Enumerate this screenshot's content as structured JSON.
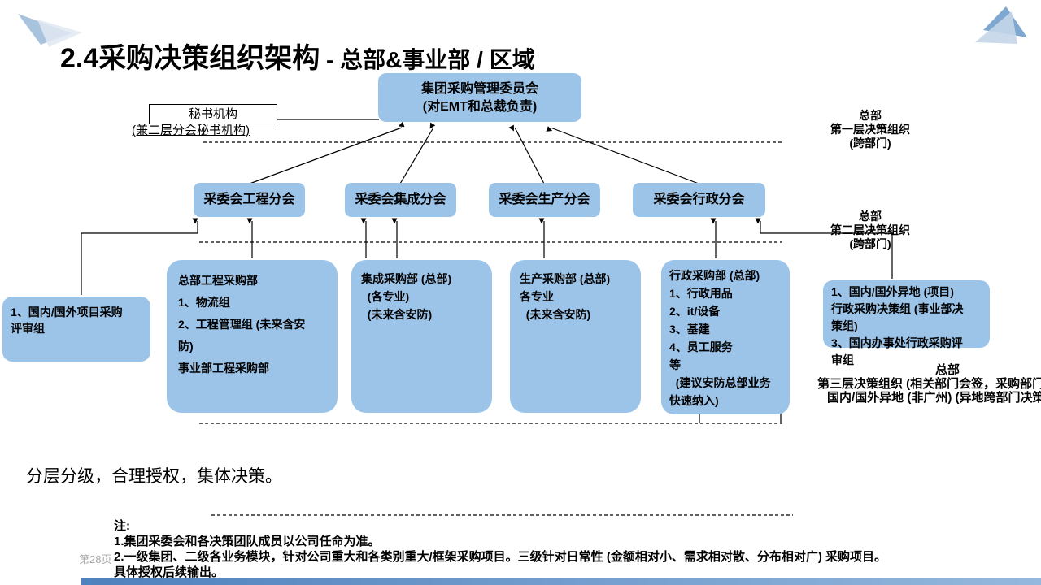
{
  "title": {
    "main": "2.4采购决策组织架构",
    "sub": " - 总部&事业部 / 区域"
  },
  "committee": {
    "text": "集团采购管理委员会\n(对EMT和总裁负责)"
  },
  "secretary": {
    "name": "秘书机构",
    "note": "(兼二层分会秘书机构)"
  },
  "branches": {
    "engineering": "采委会工程分会",
    "integration": "采委会集成分会",
    "production": "采委会生产分会",
    "admin": "采委会行政分会"
  },
  "level_labels": {
    "l1": "总部\n第一层决策组织\n(跨部门)",
    "l2": "总部\n第二层决策组织\n(跨部门)",
    "l3a": "总部",
    "l3b": "第三层决策组织 (相关部门会签，采购部门决",
    "l3c": "国内/国外异地 (非广州)  (异地跨部门决策"
  },
  "departments": {
    "project_review": "1、国内/国外项目采购\n评审组",
    "engineering": "总部工程采购部\n1、物流组\n2、工程管理组 (未来含安\n防)\n事业部工程采购部",
    "integration": "集成采购部 (总部)\n  (各专业)\n  (未来含安防)",
    "production": "生产采购部 (总部)\n各专业\n  (未来含安防)",
    "admin": "行政采购部 (总部)\n1、行政用品\n2、it/设备\n3、基建\n4、员工服务\n等\n  (建议安防总部业务\n快速纳入)",
    "admin_regional": "1、国内/国外异地 (项目)\n行政采购决策组 (事业部决\n策组)\n3、国内办事处行政采购评\n审组"
  },
  "slogan": "分层分级，合理授权，集体决策。",
  "notes": {
    "heading": "注:",
    "n1": "1.集团采委会和各决策团队成员以公司任命为准。",
    "n2": "2.一级集团、二级各业务模块，针对公司重大和各类别重大/框架采购项目。三级针对日常性 (金额相对小、需求相对散、分布相对广) 采购项目。",
    "n3": "具体授权后续输出。"
  },
  "footer": {
    "page_number": "第28页"
  },
  "colors": {
    "box_fill": "#9CC4E8",
    "box_text": "#000000",
    "bar_start": "#4F81BD",
    "bar_end": "#95B8DD",
    "plane_dark": "#A8C3DE",
    "plane_light": "#E2E9F2",
    "plane_dark2": "#7FA8D0",
    "plane_light2": "#C4D6E9",
    "page_gray": "#A6A6A6"
  }
}
